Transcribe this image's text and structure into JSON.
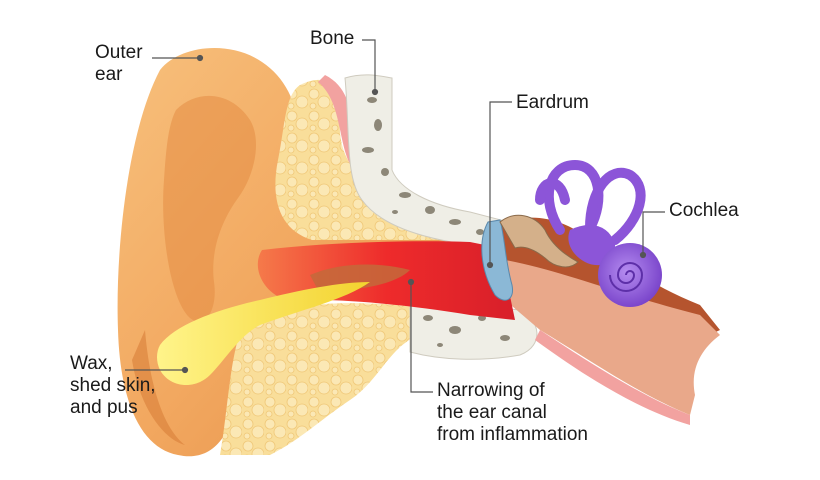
{
  "labels": {
    "outer_ear": [
      "Outer",
      "ear"
    ],
    "bone": [
      "Bone"
    ],
    "eardrum": [
      "Eardrum"
    ],
    "cochlea": [
      "Cochlea"
    ],
    "wax": [
      "Wax,",
      "shed skin,",
      "and pus"
    ],
    "narrowing": [
      "Narrowing of",
      "the ear canal",
      "from inflammation"
    ]
  },
  "colors": {
    "outer_ear": "#f2a860",
    "fat_tissue": "#f9de9a",
    "bone": "#efeee6",
    "bone_pores": "#8d8778",
    "canal_inflamed": "#ee2b2b",
    "wax": "#f6e24a",
    "cochlea": "#8c55d8",
    "eardrum": "#8bb8d6",
    "leader_line": "#555555"
  }
}
